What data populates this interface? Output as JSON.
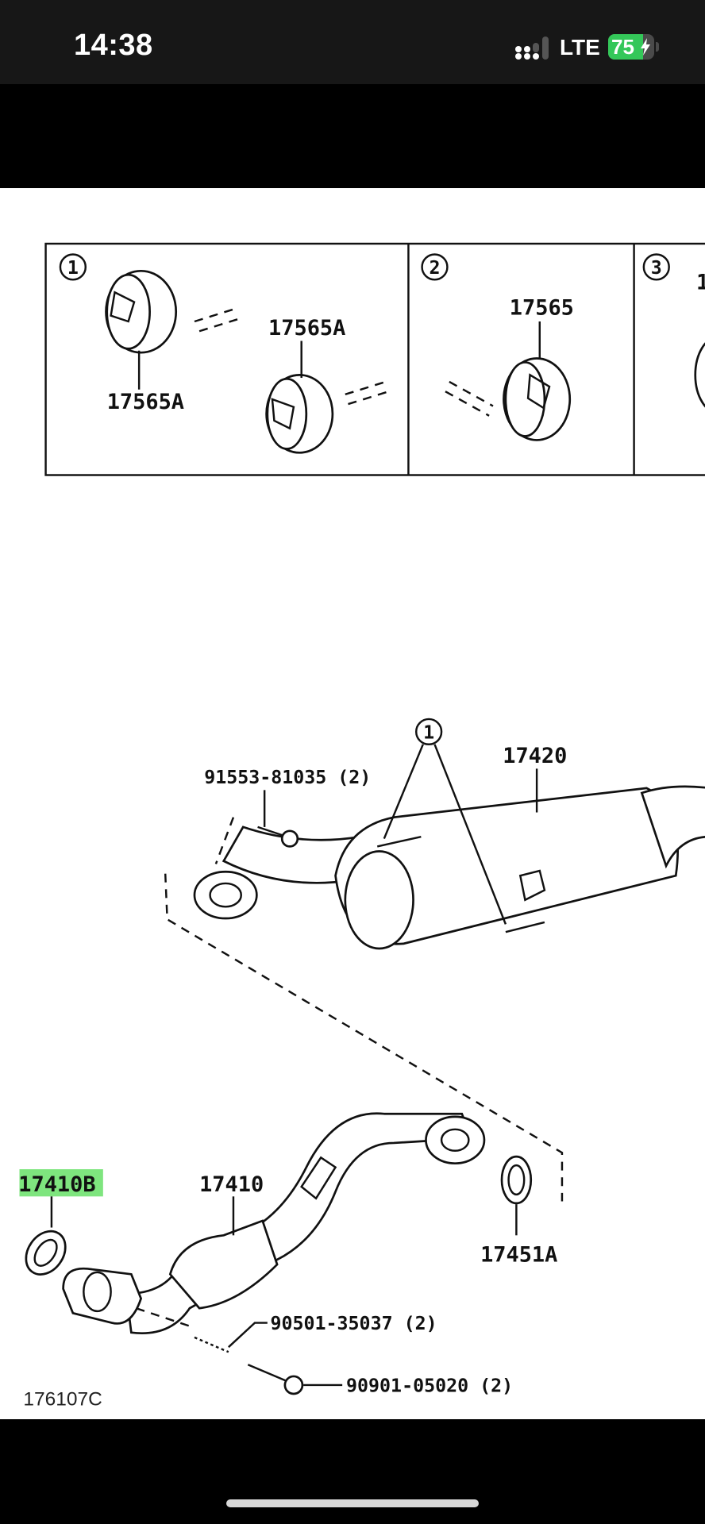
{
  "status_bar": {
    "time": "14:38",
    "network": "LTE",
    "battery_percent": 75,
    "battery_label": "75",
    "charging": true,
    "signal_bars_active": 2,
    "signal_bars_total": 4,
    "battery_color": "#34c759"
  },
  "diagram": {
    "detail_panels": [
      {
        "callout": "1",
        "labels": [
          "17565A",
          "17565A"
        ]
      },
      {
        "callout": "2",
        "labels": [
          "17565"
        ]
      },
      {
        "callout": "3",
        "labels": [
          "1"
        ]
      }
    ],
    "main_callout": "1",
    "part_labels": {
      "muffler": "17420",
      "bolt_top": "91553-81035 (2)",
      "gasket_highlighted": "17410B",
      "front_pipe": "17410",
      "gasket_rear": "17451A",
      "spring": "90501-35037 (2)",
      "bolt_bottom": "90901-05020 (2)"
    },
    "diagram_code": "176107C",
    "highlight_color": "#7ee57e"
  }
}
